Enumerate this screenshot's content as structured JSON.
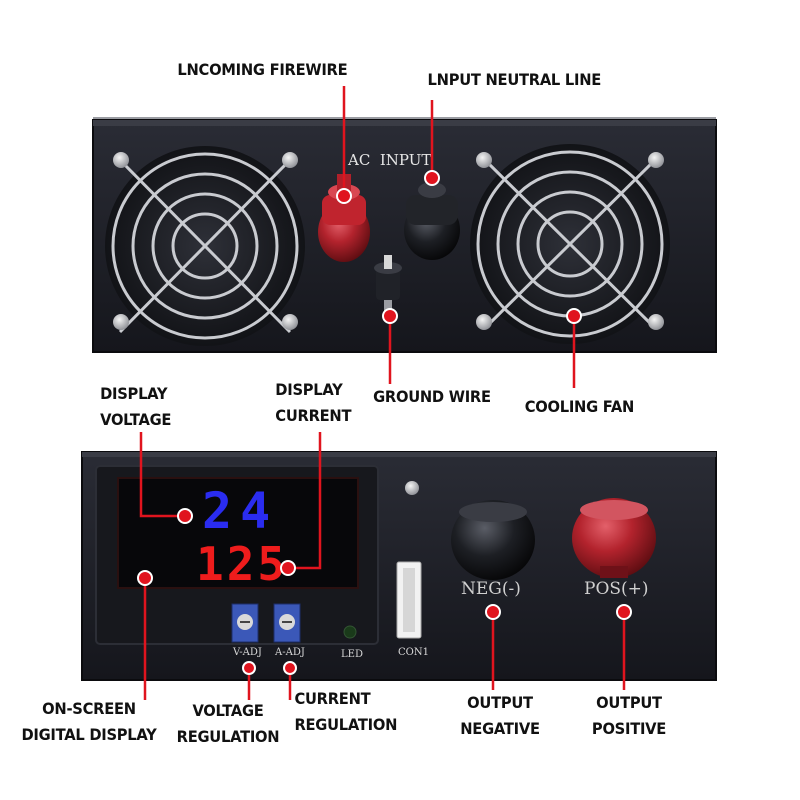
{
  "annotations": {
    "incoming_firewire": "LNCOMING FIREWIRE",
    "input_neutral_line": "LNPUT NEUTRAL LINE",
    "ground_wire": "GROUND WIRE",
    "cooling_fan": "COOLING FAN",
    "display_voltage": [
      "DISPLAY",
      "VOLTAGE"
    ],
    "display_current": [
      "DISPLAY",
      "CURRENT"
    ],
    "on_screen_digital_display": [
      "ON-SCREEN",
      "DIGITAL DISPLAY"
    ],
    "voltage_regulation": [
      "VOLTAGE",
      "REGULATION"
    ],
    "current_regulation": [
      "CURRENT",
      "REGULATION"
    ],
    "output_negative": [
      "OUTPUT",
      "NEGATIVE"
    ],
    "output_positive": [
      "OUTPUT",
      "POSITIVE"
    ]
  },
  "front_panel": {
    "ac_input_label": "AC  INPUT"
  },
  "back_panel": {
    "voltage_reading": "24",
    "current_reading": "125",
    "v_adj_label": "V-ADJ",
    "a_adj_label": "A-ADJ",
    "led_label": "LED",
    "con1_label": "CON1",
    "neg_label": "NEG(-)",
    "pos_label": "POS(+)"
  },
  "colors": {
    "leader_line": "#e0141e",
    "voltage_digits": "#2a2cf0",
    "current_digits": "#ee1c1c",
    "panel": "#1c1e26"
  }
}
